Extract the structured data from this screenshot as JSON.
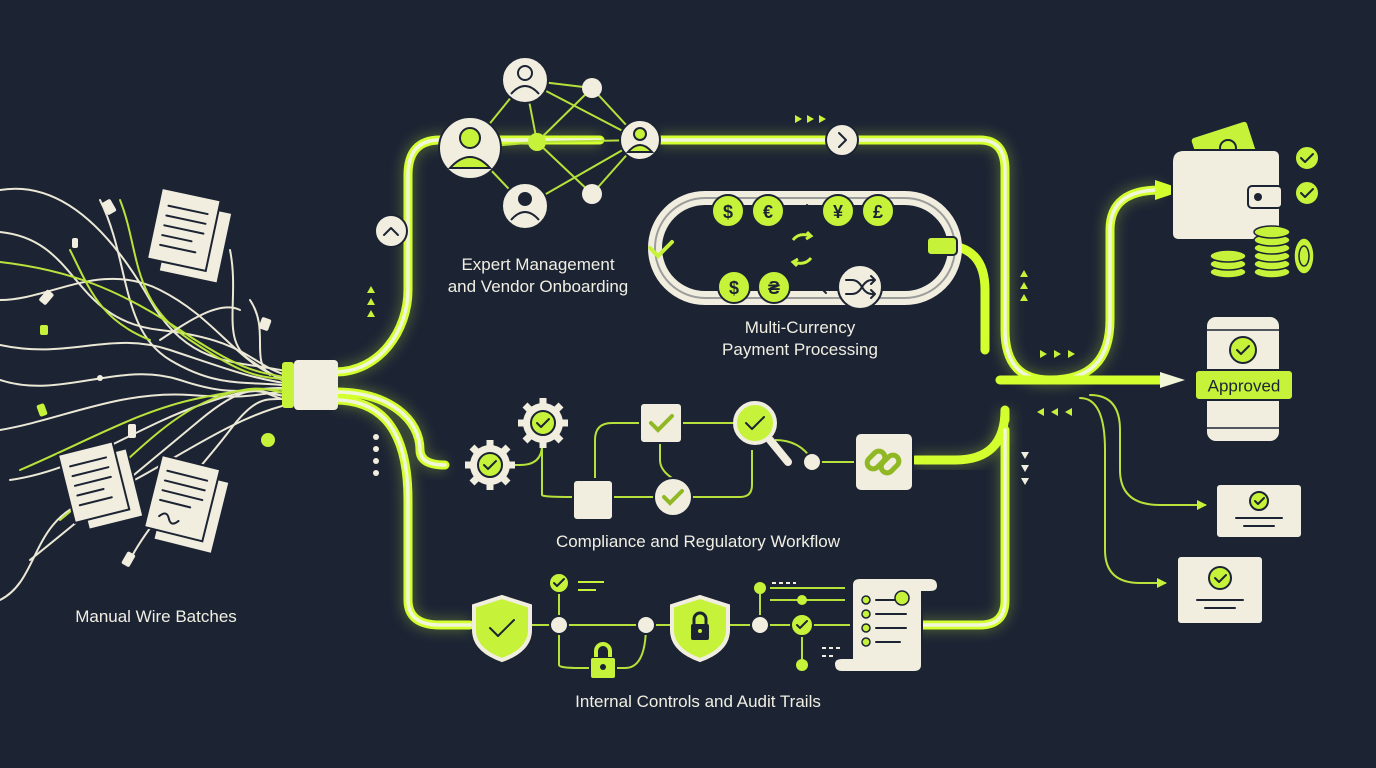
{
  "labels": {
    "manual": "Manual Wire Batches",
    "expert_line1": "Expert Management",
    "expert_line2": "and Vendor Onboarding",
    "currency_line1": "Multi-Currency",
    "currency_line2": "Payment Processing",
    "compliance": "Compliance and Regulatory Workflow",
    "controls": "Internal Controls and Audit Trails",
    "approved": "Approved"
  },
  "currencies": {
    "top": [
      "$",
      "€",
      "¥",
      "£"
    ],
    "bottom": [
      "$",
      "₴"
    ]
  },
  "colors": {
    "background": "#1c2434",
    "accent": "#c6f23a",
    "cream": "#f1eedf",
    "text": "#f1efe3"
  },
  "icons": [
    "document-icon",
    "user-icon",
    "gear-icon",
    "magnifier-check-icon",
    "link-icon",
    "shield-check-icon",
    "padlock-icon",
    "audit-scroll-icon",
    "wallet-icon",
    "coins-icon",
    "phone-check-icon",
    "certificate-icon",
    "shuffle-icon",
    "exchange-icon"
  ]
}
